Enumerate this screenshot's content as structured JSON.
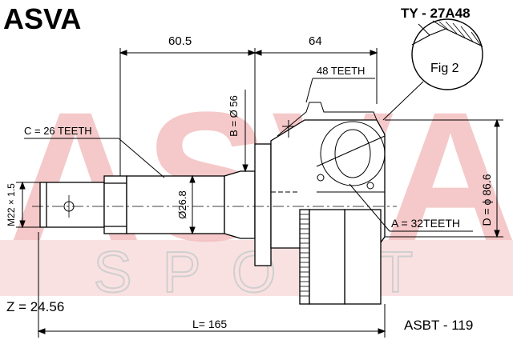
{
  "brand": "ASVA",
  "part_number": "TY - 27A48",
  "catalog_code": "ASBT - 119",
  "watermark": {
    "main": "ASVA",
    "sub": "SPORT"
  },
  "figure_label": "Fig 2",
  "dimensions": {
    "length_a": "60.5",
    "length_b": "64",
    "outer_teeth": "48 TEETH",
    "b_diameter": "B = Ø 56",
    "c_teeth": "C = 26 TEETH",
    "shaft_diameter": "Ø26.8",
    "thread": "M22 × 1.5",
    "a_teeth": "A = 32TEETH",
    "d_diameter": "D = ϕ 86.6",
    "z_value": "Z = 24.56",
    "total_length": "L= 165"
  },
  "colors": {
    "watermark": "#f2b8b8",
    "line": "#000000",
    "background": "#ffffff"
  }
}
